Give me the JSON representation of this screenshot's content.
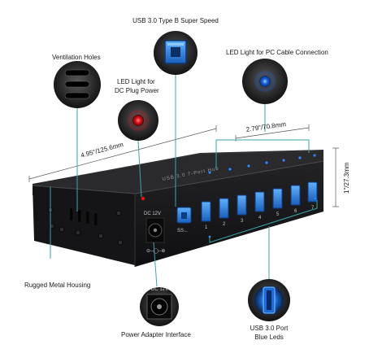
{
  "labels": {
    "usb_type_b": "USB 3.0 Type B Super Speed",
    "ventilation": "Ventilation Holes",
    "led_pc": "LED Light for PC Cable Connection",
    "led_dc_line1": "LED Light for",
    "led_dc_line2": "DC Plug Power",
    "length_dim": "4.95\"/125.6mm",
    "width_dim": "2.79\"/70.8mm",
    "height_dim": "1\"/27.3mm",
    "housing": "Rugged  Metal  Housing",
    "power_adapter": "Power Adapter Interface",
    "blue_leds_line1": "USB 3.0 Port",
    "blue_leds_line2": "Blue Leds"
  },
  "device": {
    "dc_label": "DC 12V",
    "ss_mark": "SS←",
    "port_numbers": [
      "1",
      "2",
      "3",
      "4",
      "5",
      "6",
      "7"
    ],
    "top_text": "USB 3.0 7-Port Hub"
  },
  "zoom": {
    "dc_label": "DC 12V"
  },
  "colors": {
    "teal_line": "#3aa6a6",
    "usb_blue": "#2f7fd6",
    "led_red": "#d8121a",
    "led_blue": "#1457d6",
    "housing": "#1c1c1e"
  }
}
